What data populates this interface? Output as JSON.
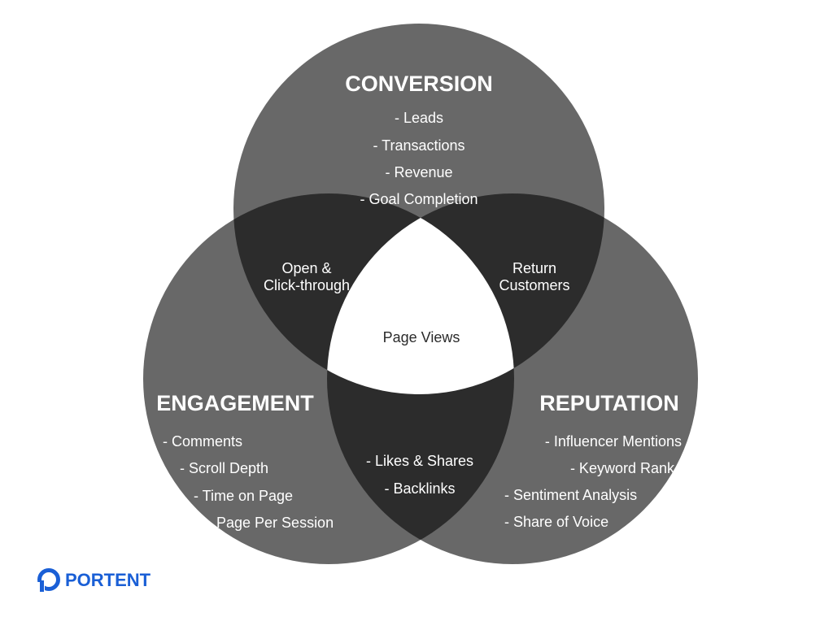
{
  "colors": {
    "circle": "#686868",
    "overlap": "#2c2c2c",
    "center": "#ffffff",
    "text": "#ffffff",
    "center_text": "#2b2b2b",
    "logo": "#1a5fd6"
  },
  "conversion": {
    "title": "CONVERSION",
    "items": [
      "- Leads",
      "- Transactions",
      "- Revenue",
      "- Goal Completion"
    ]
  },
  "engagement": {
    "title": "ENGAGEMENT",
    "items": [
      "- Comments",
      "- Scroll Depth",
      "- Time on Page",
      "- Page Per Session"
    ]
  },
  "reputation": {
    "title": "REPUTATION",
    "items": [
      "- Influencer Mentions",
      "- Keyword Rank",
      "- Sentiment Analysis",
      "- Share of Voice"
    ]
  },
  "overlaps": {
    "conversion_engagement": [
      "Open &",
      "Click-through"
    ],
    "conversion_reputation": [
      "Return",
      "Customers"
    ],
    "engagement_reputation": [
      "- Likes & Shares",
      "- Backlinks"
    ],
    "all": "Page Views"
  },
  "logo": {
    "icon": "portent-ring-icon",
    "text": "PORTENT"
  }
}
